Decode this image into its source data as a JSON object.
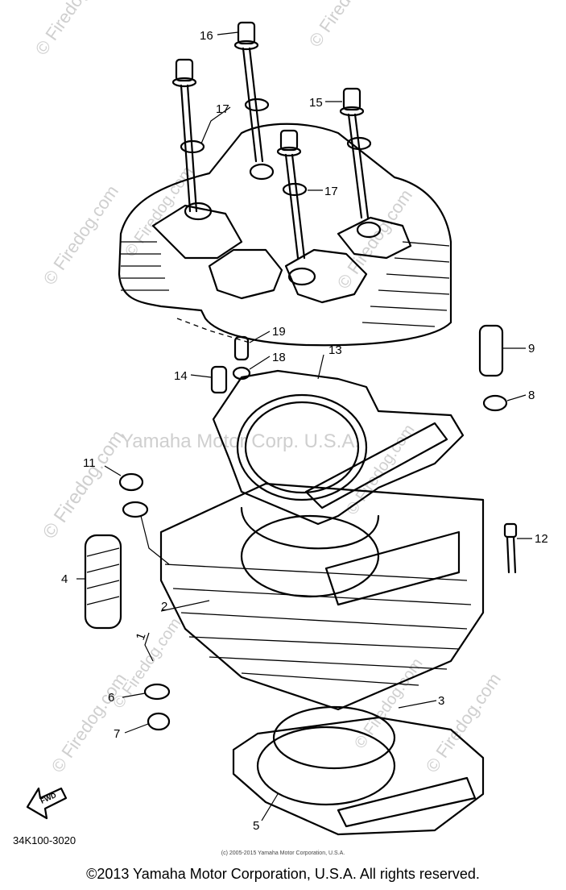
{
  "watermarks": {
    "brand": "© Firedog.com",
    "center_text": "Yamaha Motor Corp. U.S.A."
  },
  "labels": {
    "p1": "1",
    "p2": "2",
    "p3": "3",
    "p4": "4",
    "p5": "5",
    "p6": "6",
    "p7": "7",
    "p8": "8",
    "p9": "9",
    "p11": "11",
    "p12": "12",
    "p13": "13",
    "p14": "14",
    "p15": "15",
    "p16": "16",
    "p17a": "17",
    "p17b": "17",
    "p18": "18",
    "p19": "19"
  },
  "fwd_label": "FWD",
  "diagram_code": "34K100-3020",
  "small_copyright": "(c) 2005-2015 Yamaha Motor Corporation, U.S.A.",
  "footer": "©2013 Yamaha Motor Corporation, U.S.A. All rights reserved."
}
